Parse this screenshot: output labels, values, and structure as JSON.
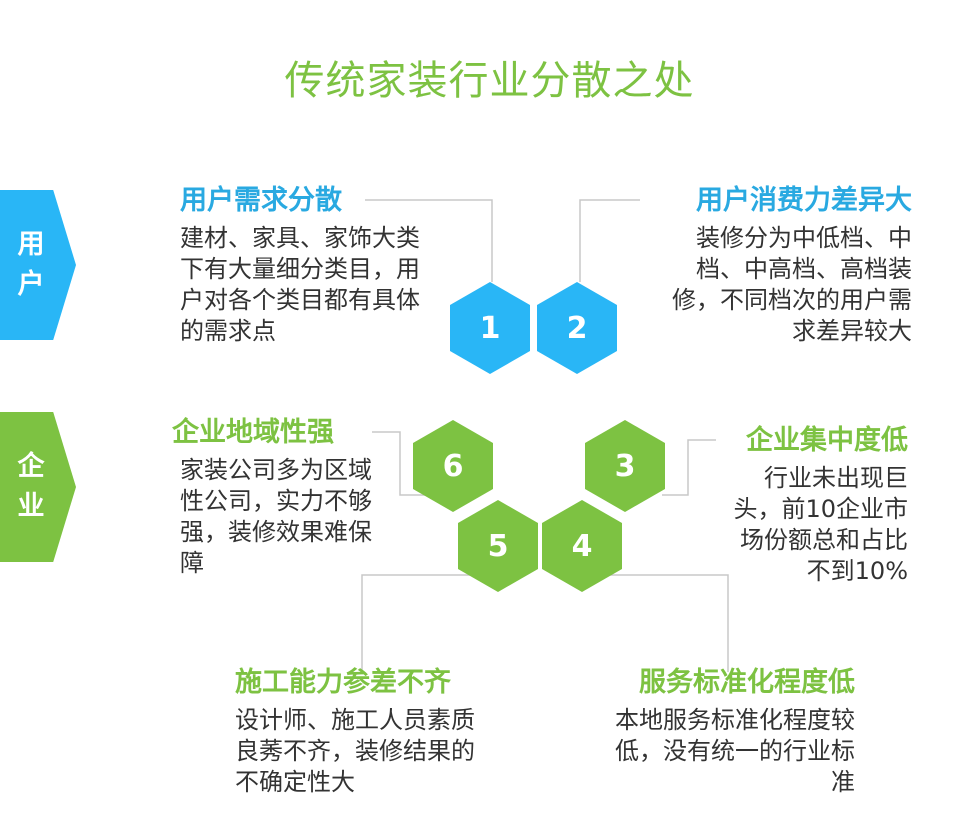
{
  "title": "传统家装行业分散之处",
  "tags": {
    "user": [
      "用",
      "户"
    ],
    "enterprise": [
      "企",
      "业"
    ]
  },
  "items": [
    {
      "num": "1",
      "heading": "用户需求分散",
      "body": "建材、家具、家饰大类下有大量细分类目，用户对各个类目都有具体的需求点"
    },
    {
      "num": "2",
      "heading": "用户消费力差异大",
      "body": "装修分为中低档、中档、中高档、高档装修，不同档次的用户需求差异较大"
    },
    {
      "num": "3",
      "heading": "企业集中度低",
      "body": "行业未出现巨头，前10企业市场份额总和占比不到10%"
    },
    {
      "num": "4",
      "heading": "服务标准化程度低",
      "body": "本地服务标准化程度较低，没有统一的行业标准"
    },
    {
      "num": "5",
      "heading": "施工能力参差不齐",
      "body": "设计师、施工人员素质良莠不齐，装修结果的不确定性大"
    },
    {
      "num": "6",
      "heading": "企业地域性强",
      "body": "家装公司多为区域性公司，实力不够强，装修效果难保障"
    }
  ],
  "colors": {
    "blue": "#29b6f6",
    "green": "#7dc242",
    "line": "#c8c8c8"
  }
}
